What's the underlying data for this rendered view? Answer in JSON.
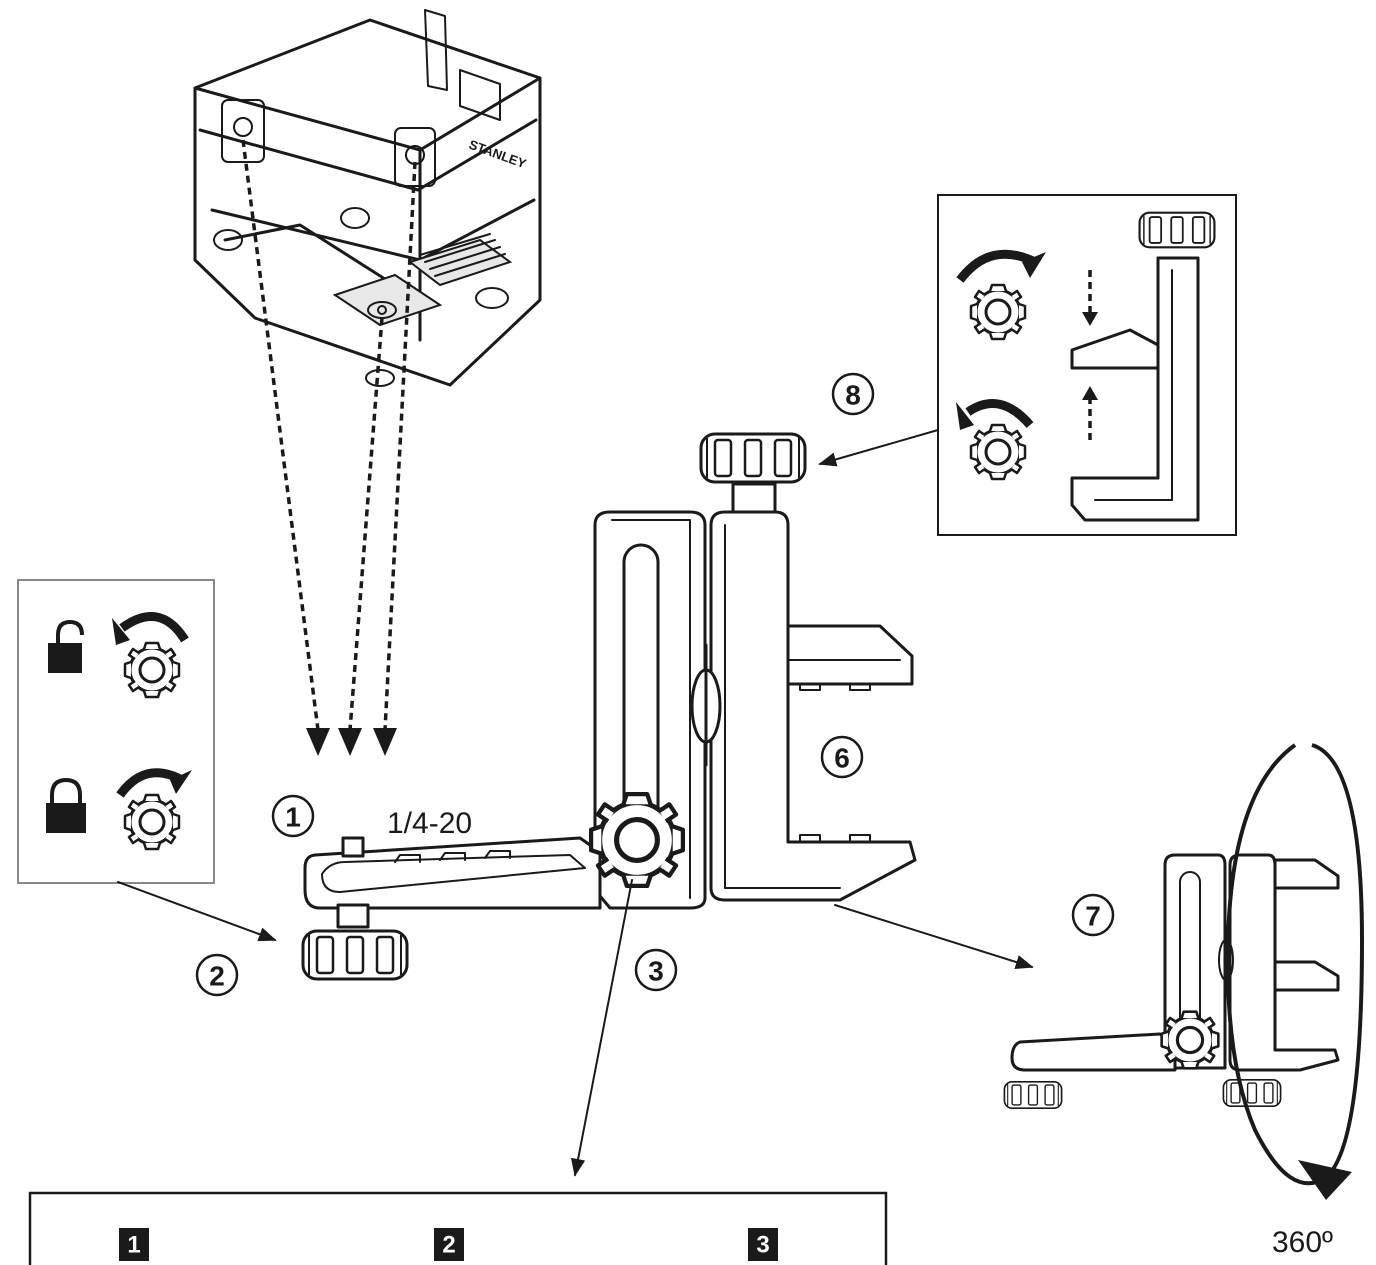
{
  "brand_mark": "STANLEY",
  "thread_label": "1/4-20",
  "rotation_label": "360º",
  "callouts": [
    {
      "id": "callout-1",
      "label": "1"
    },
    {
      "id": "callout-2",
      "label": "2"
    },
    {
      "id": "callout-3",
      "label": "3"
    },
    {
      "id": "callout-6",
      "label": "6"
    },
    {
      "id": "callout-7",
      "label": "7"
    },
    {
      "id": "callout-8",
      "label": "8"
    }
  ],
  "steps": [
    "1",
    "2",
    "3"
  ],
  "lock_panel": {
    "rows": [
      {
        "state": "unlocked",
        "icon": "padlock-open-icon",
        "rotation": "counterclockwise-arrow-icon"
      },
      {
        "state": "locked",
        "icon": "padlock-closed-icon",
        "rotation": "clockwise-arrow-icon"
      }
    ]
  },
  "jaw_panel": {
    "rows": [
      {
        "rotation": "clockwise-arrow-icon",
        "motion": "jaw-down-arrow-icon"
      },
      {
        "rotation": "counterclockwise-arrow-icon",
        "motion": "jaw-up-arrow-icon"
      }
    ]
  },
  "colors": {
    "line": "#1a1a1a",
    "background": "#ffffff",
    "step_badge": "#1a1a1a"
  }
}
